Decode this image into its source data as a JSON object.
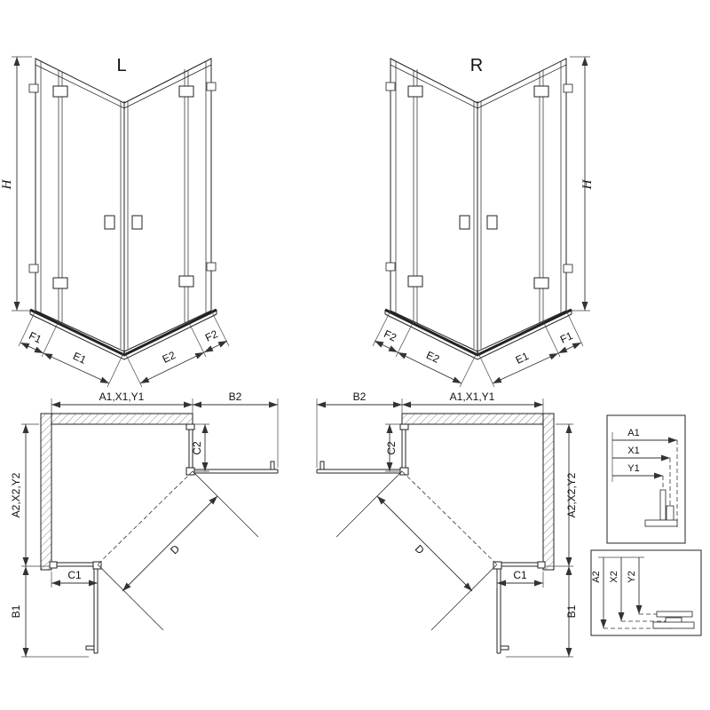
{
  "diagram": {
    "iso_left": {
      "model": "L",
      "height": "H",
      "f1": "F1",
      "e1": "E1",
      "e2": "E2",
      "f2": "F2"
    },
    "iso_right": {
      "model": "R",
      "height": "H",
      "f1": "F1",
      "e1": "E1",
      "e2": "E2",
      "f2": "F2"
    },
    "plan_left": {
      "a1": "A1,X1,Y1",
      "b2": "B2",
      "a2": "A2,X2,Y2",
      "c2": "C2",
      "c1": "C1",
      "b1": "B1",
      "d": "D"
    },
    "plan_right": {
      "a1": "A1,X1,Y1",
      "b2": "B2",
      "a2": "A2,X2,Y2",
      "c2": "C2",
      "c1": "C1",
      "b1": "B1",
      "d": "D"
    },
    "detail_width": {
      "a1": "A1",
      "x1": "X1",
      "y1": "Y1"
    },
    "detail_depth": {
      "a2": "A2",
      "x2": "X2",
      "y2": "Y2"
    }
  }
}
